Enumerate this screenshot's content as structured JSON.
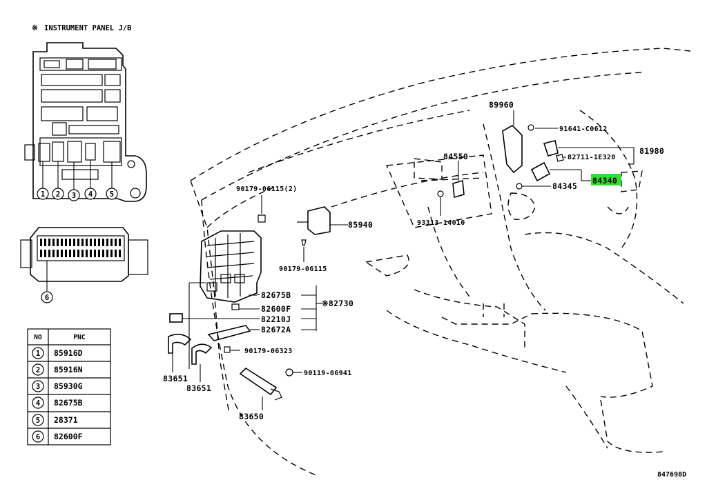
{
  "header": {
    "mark": "※",
    "title": "INSTRUMENT PANEL J/B"
  },
  "callouts": [
    "1",
    "2",
    "3",
    "4",
    "5",
    "6"
  ],
  "table": {
    "col_no": "NO",
    "col_pnc": "PNC",
    "rows": [
      {
        "no": "1",
        "pnc": "85916D"
      },
      {
        "no": "2",
        "pnc": "85916N"
      },
      {
        "no": "3",
        "pnc": "85930G"
      },
      {
        "no": "4",
        "pnc": "82675B"
      },
      {
        "no": "5",
        "pnc": "28371"
      },
      {
        "no": "6",
        "pnc": "82600F"
      }
    ]
  },
  "parts": {
    "p89960": "89960",
    "p91641": "91641-C0612",
    "p81980": "81980",
    "p82711": "82711-1E320",
    "p84340": "84340",
    "p84345": "84345",
    "p84550": "84550",
    "p93313": "93313-14010",
    "p90179a": "90179-06115(2)",
    "p85940": "85940",
    "p90179b": "90179-06115",
    "p82675B": "82675B",
    "p82600F": "82600F",
    "p82730": "※82730",
    "p82210J": "82210J",
    "p82672A": "82672A",
    "p90179c": "90179-06323",
    "p90119": "90119-06941",
    "p83651a": "83651",
    "p83651b": "83651",
    "p83650": "83650"
  },
  "highlight_color": "#33dd33",
  "diagram_id": "847698D"
}
